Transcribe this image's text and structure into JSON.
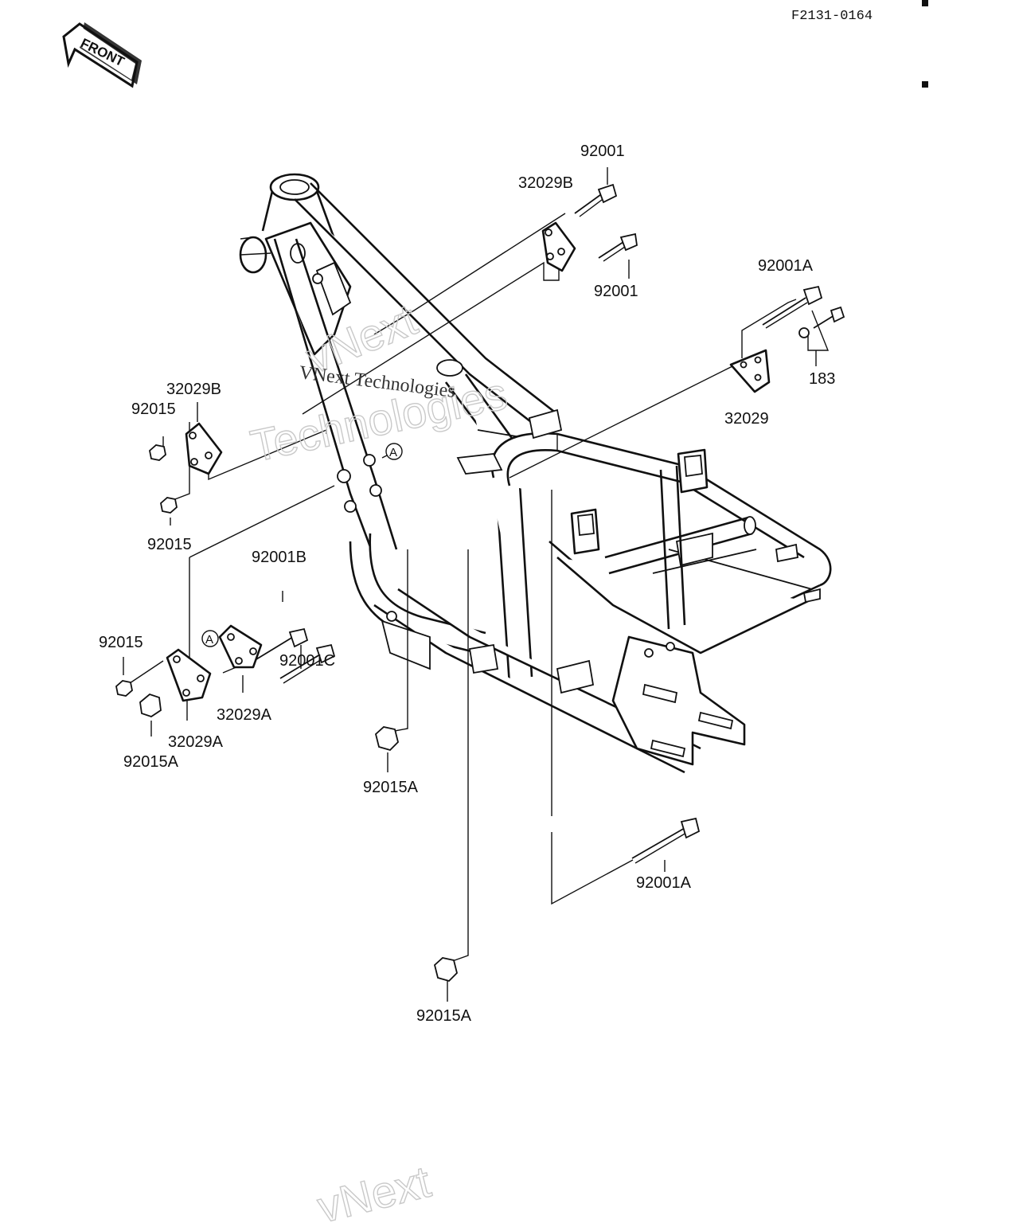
{
  "diagram_code": "F2131-0164",
  "front_arrow_label": "FRONT",
  "watermark": {
    "line1": "vNext",
    "line2": "Technologies",
    "inline": "VNext Technologies"
  },
  "callout_marker": "A",
  "part_labels": {
    "p_92001_top": "92001",
    "p_32029B_top": "32029B",
    "p_92001_mid": "92001",
    "p_92001A_top": "92001A",
    "p_183": "183",
    "p_32029": "32029",
    "p_32029B_left": "32029B",
    "p_92015_upper": "92015",
    "p_92015_lower": "92015",
    "p_92001B": "92001B",
    "p_92015_left": "92015",
    "p_92001C": "92001C",
    "p_32029A_right": "32029A",
    "p_32029A_left": "32029A",
    "p_92015A_left": "92015A",
    "p_92015A_center": "92015A",
    "p_92001A_bottom": "92001A",
    "p_92015A_bottom": "92015A"
  }
}
